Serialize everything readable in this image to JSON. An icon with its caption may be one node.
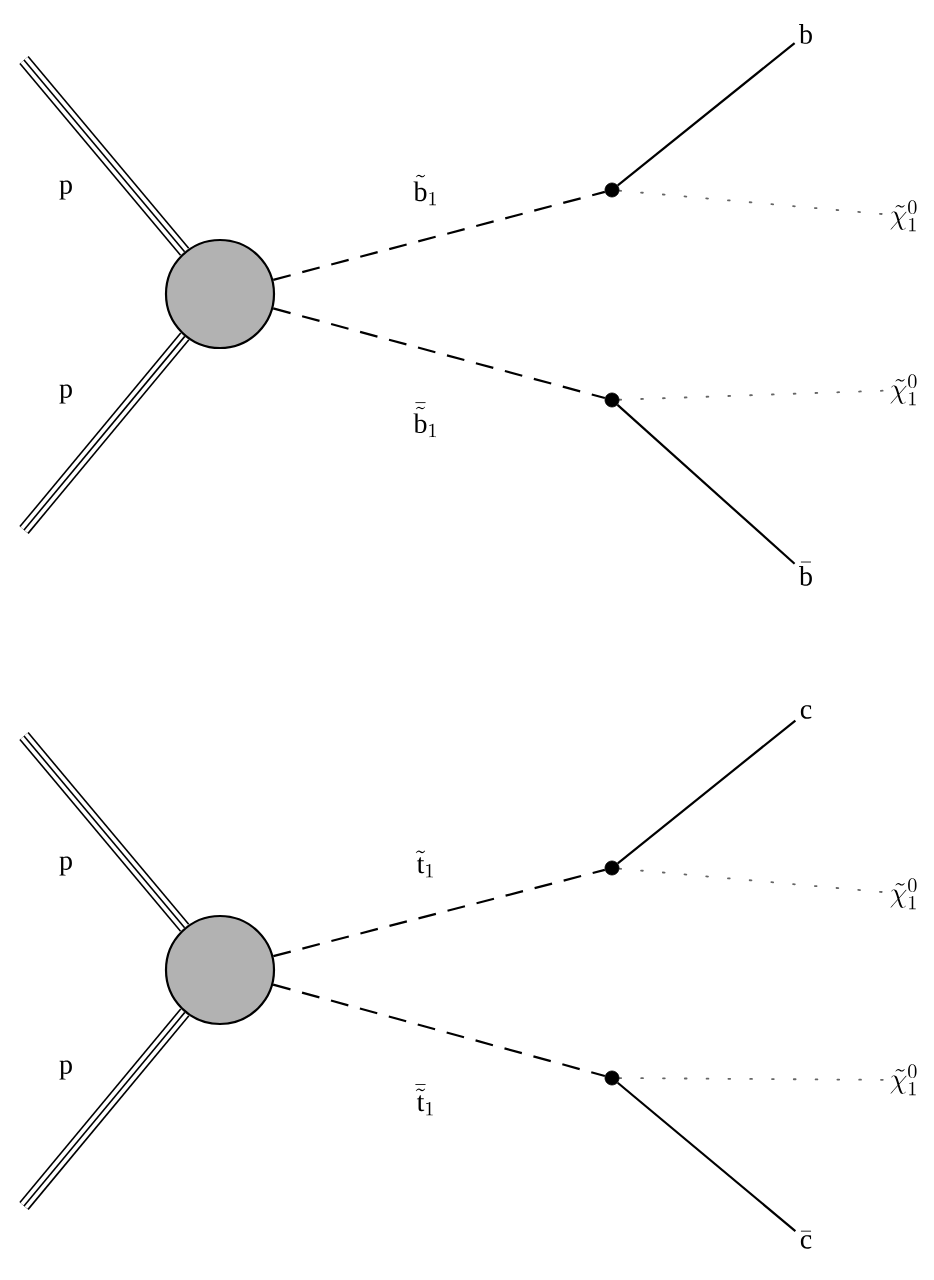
{
  "diagram": {
    "nodes": [
      {
        "text": [],
        "shape": "circle"
      },
      {
        "text": [],
        "shape": "circle"
      },
      {
        "text": [],
        "shape": "circle"
      },
      {
        "text": [
          "\\mathrm{b}"
        ]
      },
      {
        "text": [
          "\\tilde{\\chi}_1^0"
        ]
      },
      {
        "text": [
          "\\tilde{\\chi}_1^0"
        ]
      },
      {
        "text": [
          "\\bar{\\mathrm{b}}"
        ]
      },
      {
        "text": [],
        "shape": "circle"
      },
      {
        "text": [],
        "shape": "circle"
      },
      {
        "text": [],
        "shape": "circle"
      },
      {
        "text": [
          "\\mathrm{c}"
        ]
      },
      {
        "text": [
          "\\tilde{\\chi}_1^0"
        ]
      },
      {
        "text": [
          "\\tilde{\\chi}_1^0"
        ]
      },
      {
        "text": [
          "\\bar{\\mathrm{c}}"
        ]
      }
    ],
    "edges": [
      {
        "from": null,
        "to": 0,
        "arrow": "none",
        "label": "p",
        "style": "thick"
      },
      {
        "from": null,
        "to": 0,
        "arrow": "none",
        "label": "p",
        "style": "thick"
      },
      {
        "from": 0,
        "to": 1,
        "arrow": "none",
        "label": "\\tilde{\\mathrm{b}}_1",
        "style": "dashed"
      },
      {
        "from": 0,
        "to": 2,
        "arrow": "none",
        "label": "\\bar{\\tilde{\\mathrm{b}}}_1",
        "style": "dashed"
      },
      {
        "from": 1,
        "to": 3,
        "arrow": "none"
      },
      {
        "from": 1,
        "to": 4,
        "arrow": "none",
        "style": "dashed",
        "color": "#666666"
      },
      {
        "from": 2,
        "to": 5,
        "arrow": "none",
        "style": "dashed",
        "color": "#666666"
      },
      {
        "from": 2,
        "to": 6,
        "arrow": "none"
      },
      {
        "from": null,
        "to": 7,
        "arrow": "none",
        "label": "p",
        "style": "thick"
      },
      {
        "from": null,
        "to": 7,
        "arrow": "none",
        "label": "p",
        "style": "thick"
      },
      {
        "from": 7,
        "to": 8,
        "arrow": "none",
        "label": "\\tilde{\\mathrm{t}}_1",
        "style": "dashed"
      },
      {
        "from": 7,
        "to": 9,
        "arrow": "none",
        "label": "\\bar{\\tilde{\\mathrm{t}}}_1",
        "style": "dashed"
      },
      {
        "from": 8,
        "to": 10,
        "arrow": "none"
      },
      {
        "from": 8,
        "to": 11,
        "arrow": "none",
        "style": "dashed",
        "color": "#666666"
      },
      {
        "from": 9,
        "to": 12,
        "arrow": "none",
        "style": "dashed",
        "color": "#666666"
      },
      {
        "from": 9,
        "to": 13,
        "arrow": "none"
      }
    ]
  }
}
